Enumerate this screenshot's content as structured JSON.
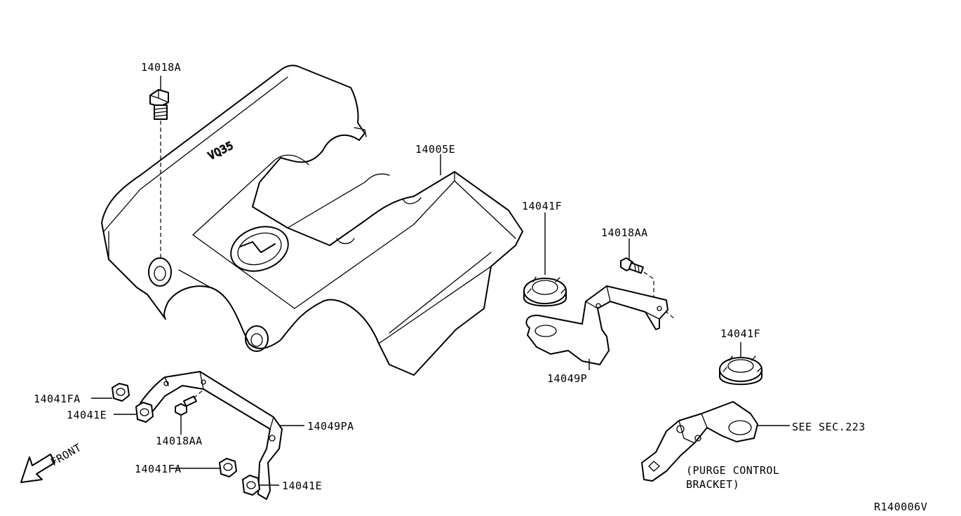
{
  "labels": {
    "bolt_top": "14018A",
    "cover": "14005E",
    "grommet_1": "14041F",
    "bolt_right": "14018AA",
    "grommet_2": "14041F",
    "bracket_right": "14049P",
    "nut_fa_1": "14041FA",
    "nut_e_1": "14041E",
    "bolt_lower": "14018AA",
    "bracket_lower": "14049PA",
    "nut_fa_2": "14041FA",
    "nut_e_2": "14041E",
    "see_sec": "SEE SEC.223",
    "purge_line1": "(PURGE CONTROL",
    "purge_line2": "BRACKET)",
    "front": "FRONT",
    "diagram_code": "R140006V"
  },
  "cover_emblem_text": "VQ35"
}
